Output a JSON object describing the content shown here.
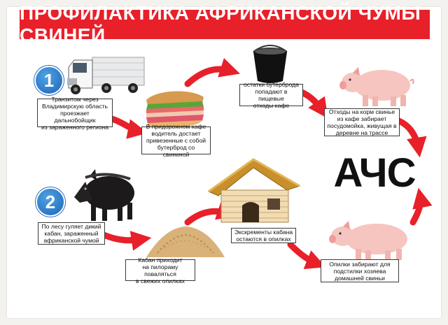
{
  "title": "ПРОФИЛАКТИКА АФРИКАНСКОЙ ЧУМЫ СВИНЕЙ",
  "center_label": "АЧС",
  "colors": {
    "banner": "#e8202a",
    "arrow": "#e8202a",
    "badge": "#1b64b8"
  },
  "scenario1": {
    "number": "1",
    "step1": "Транзитом через\nВладимирскую область\nпроезжает дальнобойщик\nиз зараженного региона",
    "step2": "В придорожном кафе\nводитель достает\nпривезенные с собой\nбутерброд со свининой",
    "step3": "остатки бутерброда\nпопадают в пищевые\nотходы кафе",
    "step4": "Отходы на корм свинье\nиз кафе забирает\nпосудомойка, живущая в\nдеревне на трассе"
  },
  "scenario2": {
    "number": "2",
    "step1": "По лесу гуляет дикий\nкабан, зараженный\nафриканской чумой",
    "step2": "Кабан приходит\nна пилораму поваляться\nв свежих опилках",
    "step3": "Экскременты кабана\nостаются в опилках",
    "step4": "Опилки забирают для\nподстилки хозяева\nдомашней свиньи"
  },
  "icons": [
    "truck-icon",
    "sandwich-icon",
    "bucket-icon",
    "pig-icon",
    "boar-icon",
    "sawdust-icon",
    "wooden-house-icon"
  ]
}
